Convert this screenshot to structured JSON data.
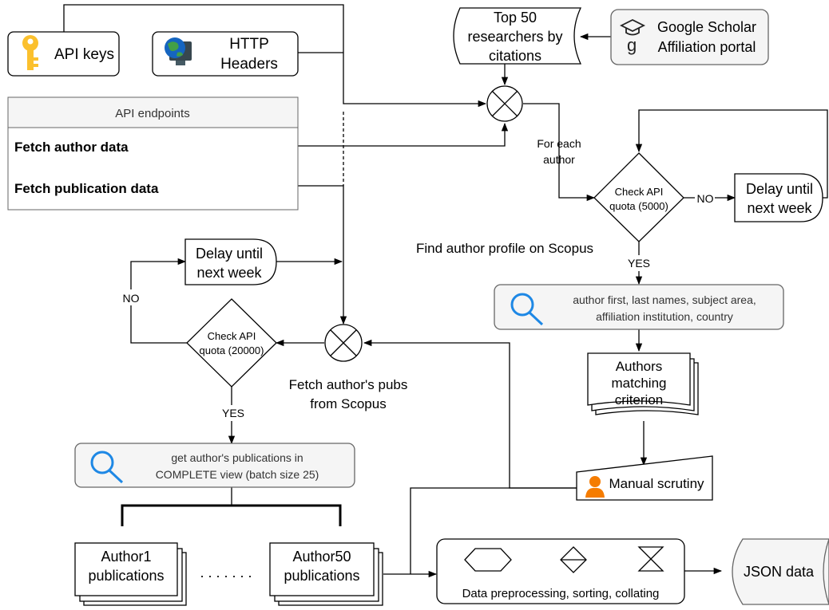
{
  "api_keys": {
    "label": "API keys"
  },
  "http_headers": {
    "line1": "HTTP",
    "line2": "Headers"
  },
  "api_endpoints": {
    "header": "API endpoints",
    "items": [
      "Fetch author data",
      "Fetch publication data"
    ]
  },
  "top50": {
    "line1": "Top 50",
    "line2": "researchers by",
    "line3": "citations"
  },
  "google_scholar": {
    "line1": "Google Scholar",
    "line2": "Affiliation portal"
  },
  "for_each": {
    "line1": "For each",
    "line2": "author"
  },
  "check_quota_5000": {
    "line1": "Check API",
    "line2": "quota (5000)"
  },
  "no_label_top": "NO",
  "delay_top": {
    "line1": "Delay until",
    "line2": "next week"
  },
  "find_author_title": "Find author profile on Scopus",
  "yes_label_top": "YES",
  "search_author": {
    "line1": "author first, last names, subject area,",
    "line2": "affiliation institution, country"
  },
  "authors_matching": {
    "line1": "Authors",
    "line2": "matching",
    "line3": "criterion"
  },
  "manual_scrutiny": "Manual scrutiny",
  "delay_left": {
    "line1": "Delay until",
    "line2": "next week"
  },
  "no_label_left": "NO",
  "check_quota_20000": {
    "line1": "Check API",
    "line2": "quota (20000)"
  },
  "fetch_pubs_title": {
    "line1": "Fetch author's pubs",
    "line2": "from Scopus"
  },
  "yes_label_left": "YES",
  "search_pubs": {
    "line1": "get author's publications in",
    "line2": "COMPLETE view (batch size 25)"
  },
  "author1": {
    "line1": "Author1",
    "line2": "publications"
  },
  "ellipsis": ". . . . . . .",
  "author50": {
    "line1": "Author50",
    "line2": "publications"
  },
  "preprocessing": {
    "label": "Data preprocessing, sorting, collating"
  },
  "json_data": {
    "label": "JSON data"
  },
  "colors": {
    "stroke": "#000000",
    "panel_fill": "#f5f5f5",
    "panel_stroke": "#666666",
    "search_blue": "#1e88e5",
    "person_orange": "#f57c00",
    "key_yellow": "#fbc02d",
    "globe_blue": "#1565c0",
    "globe_green": "#43a047"
  }
}
